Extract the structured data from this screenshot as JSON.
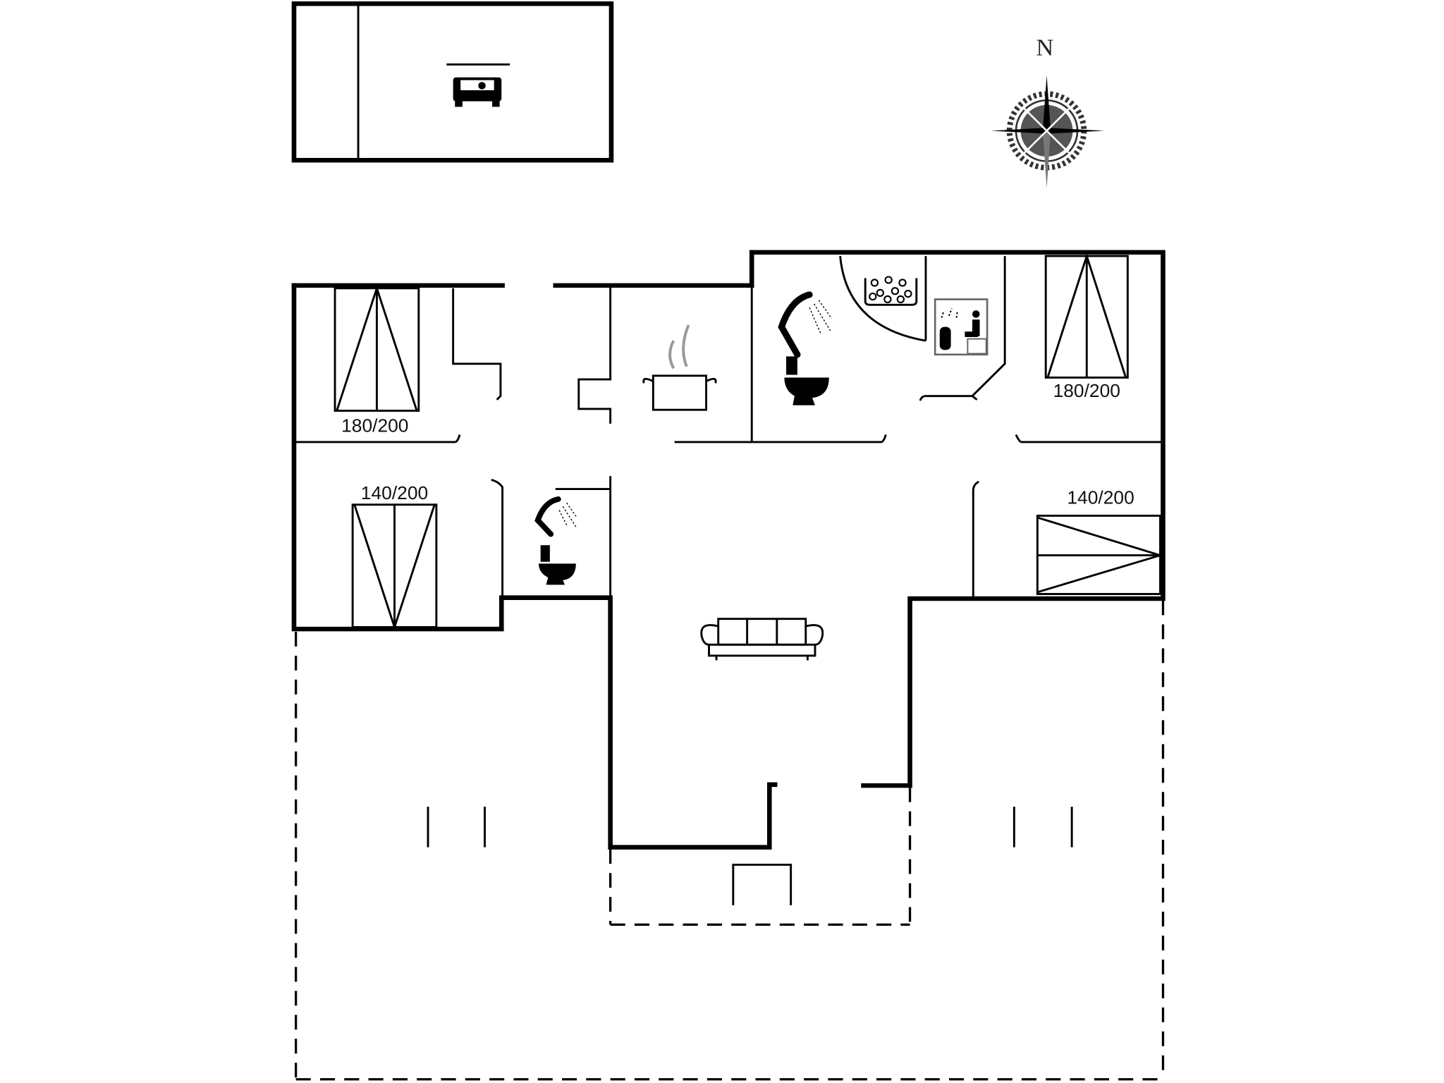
{
  "compass": {
    "north_label": "N",
    "icon": "compass-rose-icon"
  },
  "beds": [
    {
      "room": "bedroom-top-left",
      "size_label": "180/200"
    },
    {
      "room": "bedroom-bottom-left",
      "size_label": "140/200"
    },
    {
      "room": "bedroom-top-right",
      "size_label": "180/200"
    },
    {
      "room": "bedroom-bottom-right",
      "size_label": "140/200"
    }
  ],
  "icons": [
    "car-icon",
    "cooking-pot-icon",
    "shower-icon",
    "toilet-icon",
    "sofa-icon",
    "sauna-icon",
    "whirlpool-icon",
    "compass-rose-icon"
  ],
  "colors": {
    "walls": "#000000",
    "background": "#ffffff"
  }
}
